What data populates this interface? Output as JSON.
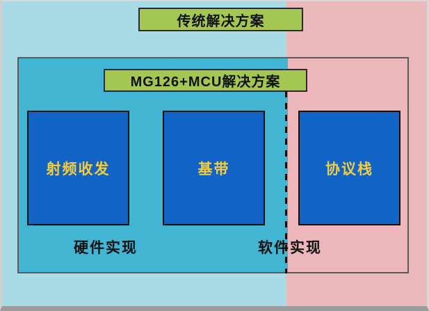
{
  "diagram": {
    "top_label": "传统解决方案",
    "inner_label": "MG126+MCU解决方案",
    "boxes": [
      {
        "id": "rf-transceiver",
        "label": "射频收发"
      },
      {
        "id": "baseband",
        "label": "基带"
      },
      {
        "id": "protocol-stack",
        "label": "协议栈"
      }
    ],
    "bottom_labels": {
      "hardware": "硬件实现",
      "software": "软件实现"
    },
    "colors": {
      "outer_left": "#a8dbe6",
      "outer_right": "#e9b9bc",
      "inner_left": "#41b5d1",
      "inner_right": "#ecb6ba",
      "label_bg": "#a3c751",
      "box_bg": "#1164c6",
      "box_text": "#f2ce3e",
      "divider": "#111111"
    }
  }
}
